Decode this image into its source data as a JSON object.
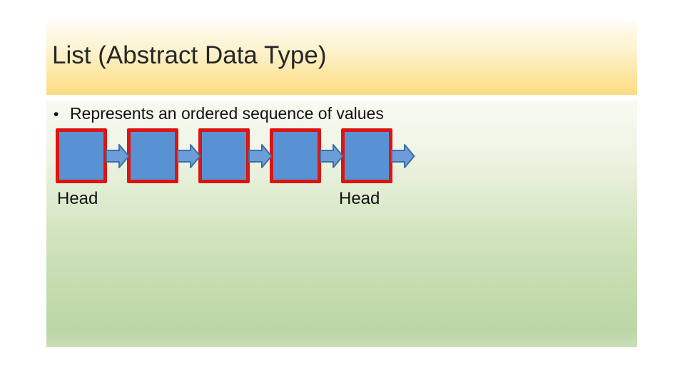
{
  "slide": {
    "title": "List (Abstract Data Type)",
    "bullet_marker": "•",
    "bullet_text": "Represents an ordered sequence of values",
    "head_label_left": "Head",
    "head_label_right": "Head"
  },
  "diagram": {
    "type": "linked-list",
    "node_count": 5,
    "arrow_count": 5
  },
  "colors": {
    "page_background": "#ffffff",
    "title_gradient_top": "#fefcf3",
    "title_gradient_bottom": "#fbdc82",
    "body_gradient_top": "#f7faf2",
    "body_gradient_mid": "#cfe2bb",
    "body_gradient_deep": "#bcd6a5",
    "body_gradient_edge": "#cadeb7",
    "node_fill": "#5992d2",
    "node_border": "#dd1414",
    "arrow_fill": "#6c9dd8",
    "arrow_stroke": "#3d6fa5",
    "title_text": "#262626",
    "body_text": "#111111"
  }
}
